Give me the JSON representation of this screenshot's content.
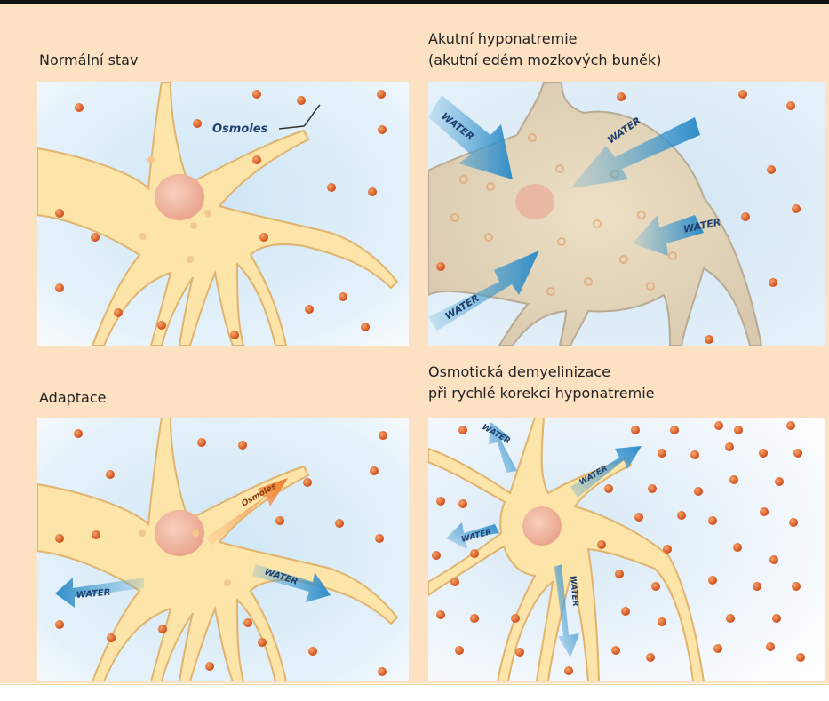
{
  "panels": [
    {
      "caption_lines": [
        "Normální stav"
      ],
      "labels": {
        "osmoles": "Osmoles"
      }
    },
    {
      "caption_lines": [
        "Akutní hyponatremie",
        "(akutní edém mozkových buněk)"
      ],
      "labels": {
        "water": "WATER"
      }
    },
    {
      "caption_lines": [
        "Adaptace"
      ],
      "labels": {
        "osmoles": "Osmoles",
        "water": "WATER"
      }
    },
    {
      "caption_lines": [
        "Osmotická demyelinizace",
        "při rychlé korekci hyponatremie"
      ],
      "labels": {
        "water": "WATER"
      }
    }
  ],
  "colors": {
    "frame_bg": "#fde1c3",
    "cell_fill": "#fde4a8",
    "cell_stroke": "#e0b36e",
    "nucleus": "#f0b9a3",
    "osmole": "#e15a24",
    "water_arrow": "#4fa5d6",
    "osmole_arrow": "#f08a3c"
  }
}
